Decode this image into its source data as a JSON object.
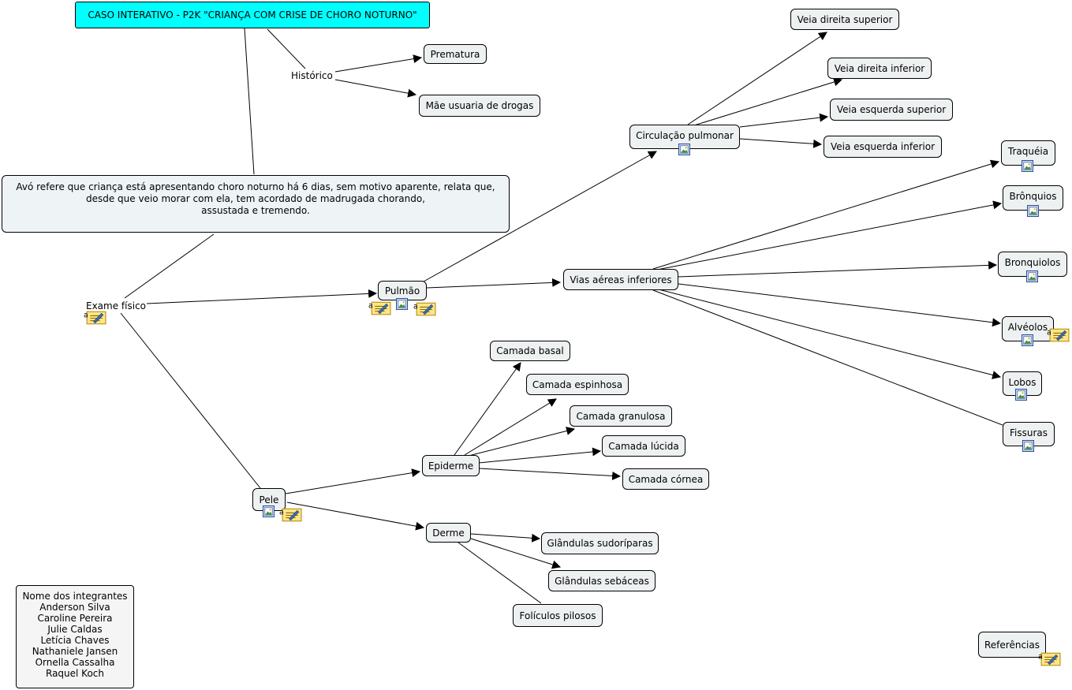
{
  "colors": {
    "root_fill": "#00ffff",
    "node_fill": "#eef1f2",
    "line": "#000000"
  },
  "map": {
    "root": "CASO INTERATIVO - P2K \"CRIANÇA COM CRISE DE CHORO NOTURNO\"",
    "historico": "Histórico",
    "prematura": "Prematura",
    "mae": "Mãe usuaria de drogas",
    "relato": {
      "line1": "Avó refere que criança está apresentando choro noturno há 6 dias, sem motivo aparente, relata que,",
      "line2": "desde que veio morar com ela, tem acordado de madrugada chorando,",
      "line3": "assustada e tremendo."
    },
    "exame": "Exame físico",
    "pulmao": "Pulmão",
    "circulacao": "Circulação pulmonar",
    "veia_ds": "Veia direita superior",
    "veia_di": "Veia direita inferior",
    "veia_es": "Veia esquerda superior",
    "veia_ei": "Veia esquerda inferior",
    "vias": "Vias aéreas inferiores",
    "traqueia": "Traquéia",
    "bronquios": "Brônquios",
    "bronquiolos": "Bronquiolos",
    "alveolos": "Alvéolos",
    "lobos": "Lobos",
    "fissuras": "Fissuras",
    "pele": "Pele",
    "epiderme": "Epiderme",
    "camada_basal": "Camada basal",
    "camada_espinhosa": "Camada espinhosa",
    "camada_granulosa": "Camada granulosa",
    "camada_lucida": "Camada lúcida",
    "camada_cornea": "Camada córnea",
    "derme": "Derme",
    "sudoriparas": "Glândulas sudoríparas",
    "sebaceas": "Glândulas sebáceas",
    "foliculos": "Folículos pilosos",
    "members": {
      "title": "Nome dos integrantes",
      "names": [
        "Anderson Silva",
        "Caroline Pereira",
        "Julie Caldas",
        "Letícia Chaves",
        "Nathaniele Jansen",
        "Ornella Cassalha",
        "Raquel Koch"
      ]
    },
    "referencias": "Referências"
  },
  "icons": {
    "image": "image-resource-icon",
    "note": "text-note-icon"
  }
}
